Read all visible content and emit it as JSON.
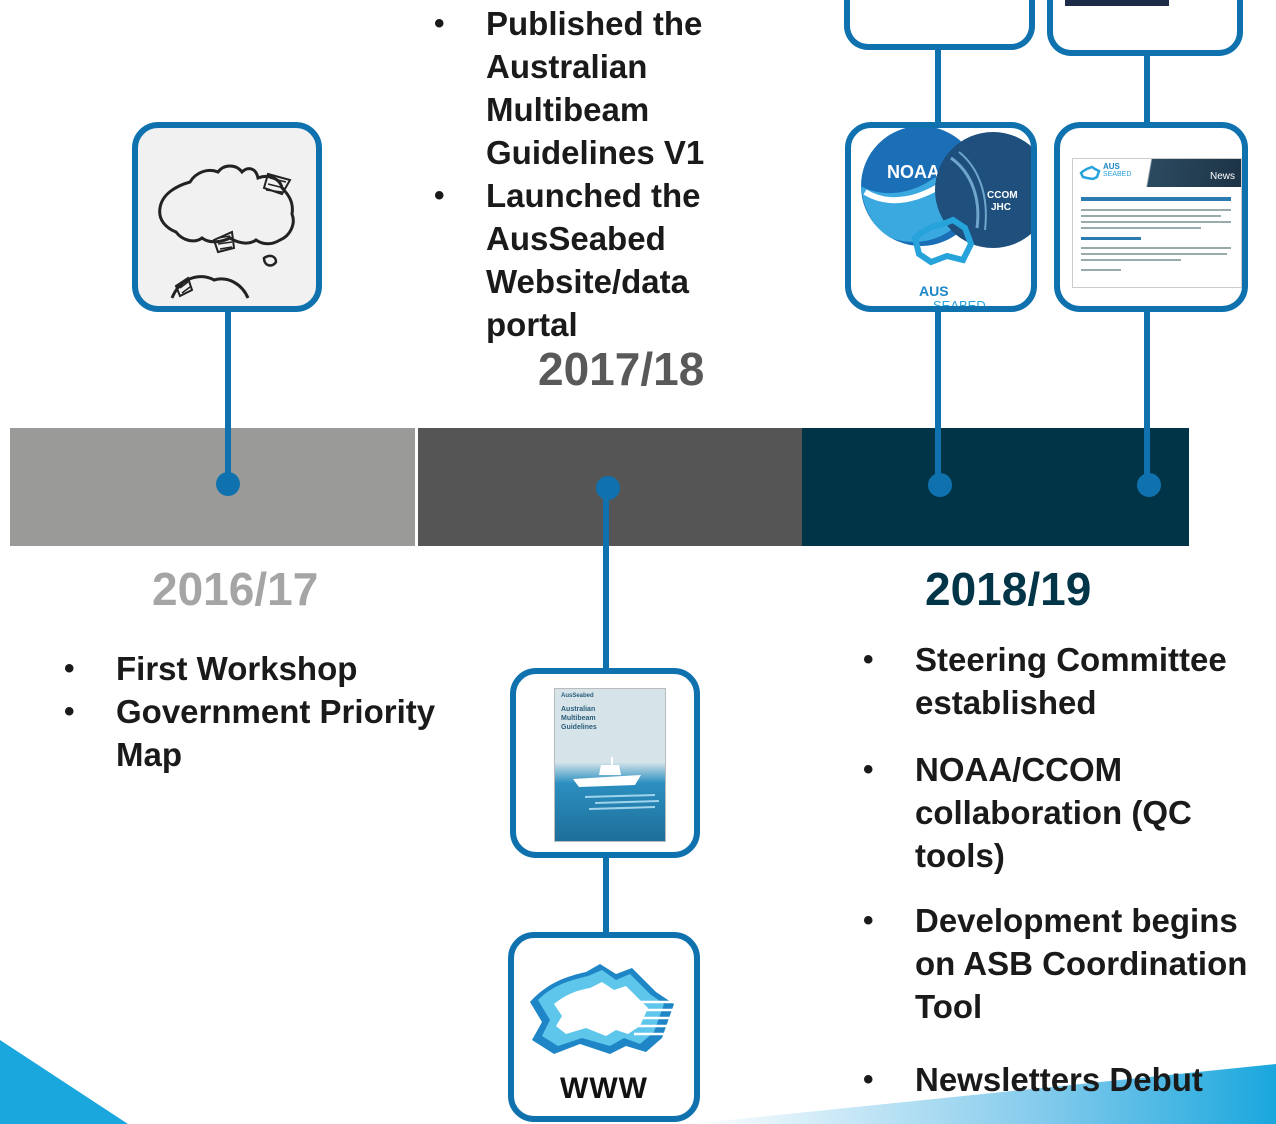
{
  "periods": [
    {
      "year": "2016/17",
      "items": [
        "First Workshop",
        "Government Priority Map"
      ]
    },
    {
      "year": "2017/18",
      "items": [
        "Published the Australian Multibeam Guidelines V1",
        "Launched the AusSeabed Website/data portal"
      ]
    },
    {
      "year": "2018/19",
      "items": [
        "Steering Committee established",
        "NOAA/CCOM collaboration (QC tools)",
        "Development begins on ASB Coordination Tool",
        "Newsletters Debut"
      ]
    }
  ],
  "images": {
    "guidelines_cover": {
      "org": "AusSeabed",
      "title": "Australian Multibeam Guidelines"
    },
    "website_icon": {
      "label": "WWW"
    },
    "collab_logo": {
      "noaa": "NOAA",
      "ccom": "CCOM",
      "jhc": "JHC",
      "aus": "AUS",
      "seabed": "SEABED"
    },
    "newsletter": {
      "aus": "AUS",
      "seabed": "SEABED",
      "news": "News"
    }
  },
  "colors": {
    "band_2016": "#9a9a99",
    "band_2017": "#555555",
    "band_2018": "#023447",
    "accent": "#0f72ae",
    "highlight": "#1aa7dd"
  }
}
